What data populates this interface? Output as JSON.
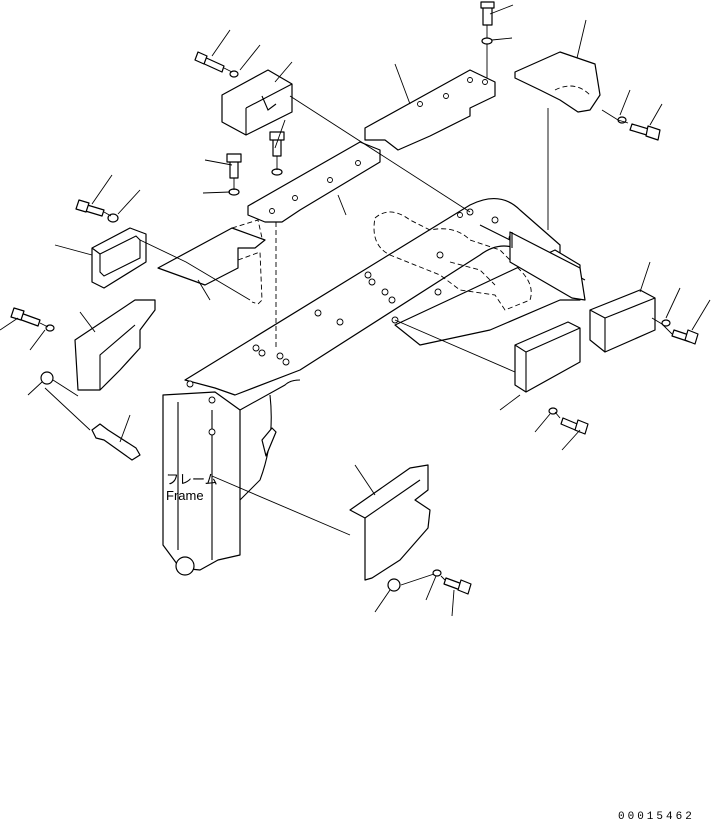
{
  "frame_label_jp": "フレーム",
  "frame_label_en": "Frame",
  "document_number": "00015462"
}
